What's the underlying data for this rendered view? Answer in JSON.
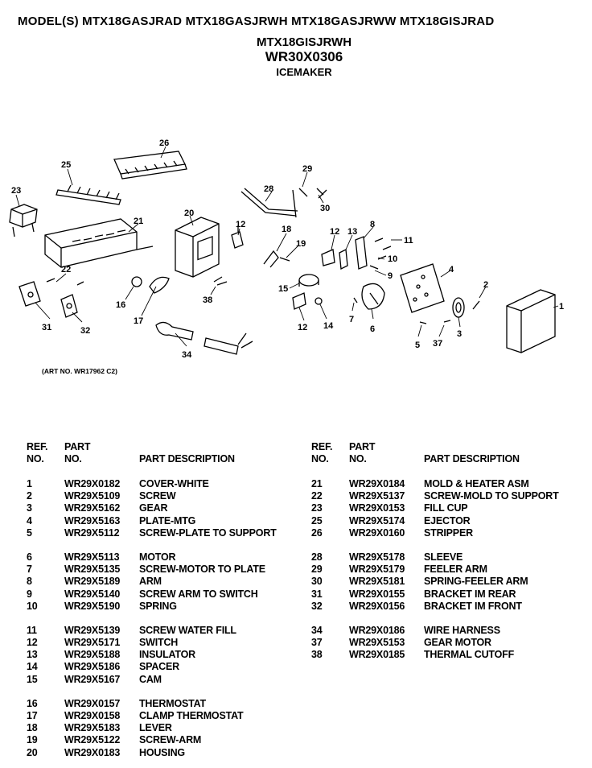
{
  "header": {
    "models_line1": "MODEL(S) MTX18GASJRAD  MTX18GASJRWH  MTX18GASJRWW  MTX18GISJRAD",
    "models_line2": "MTX18GISJRWH",
    "part_number": "WR30X0306",
    "subtitle": "ICEMAKER"
  },
  "diagram": {
    "art_number": "(ART NO. WR17962 C2)",
    "callouts": [
      "1",
      "2",
      "3",
      "4",
      "5",
      "6",
      "7",
      "8",
      "9",
      "10",
      "11",
      "12",
      "12",
      "13",
      "14",
      "15",
      "16",
      "17",
      "18",
      "19",
      "20",
      "21",
      "22",
      "23",
      "25",
      "26",
      "28",
      "29",
      "30",
      "31",
      "32",
      "34",
      "37",
      "38"
    ]
  },
  "table": {
    "headers": {
      "ref_line1": "REF.",
      "ref_line2": "NO.",
      "part_line1": "PART",
      "part_line2": "NO.",
      "description": "PART DESCRIPTION"
    },
    "left_groups": [
      [
        {
          "ref": "1",
          "part": "WR29X0182",
          "desc": "COVER-WHITE"
        },
        {
          "ref": "2",
          "part": "WR29X5109",
          "desc": "SCREW"
        },
        {
          "ref": "3",
          "part": "WR29X5162",
          "desc": "GEAR"
        },
        {
          "ref": "4",
          "part": "WR29X5163",
          "desc": "PLATE-MTG"
        },
        {
          "ref": "5",
          "part": "WR29X5112",
          "desc": "SCREW-PLATE TO SUPPORT"
        }
      ],
      [
        {
          "ref": "6",
          "part": "WR29X5113",
          "desc": "MOTOR"
        },
        {
          "ref": "7",
          "part": "WR29X5135",
          "desc": "SCREW-MOTOR TO PLATE"
        },
        {
          "ref": "8",
          "part": "WR29X5189",
          "desc": "ARM"
        },
        {
          "ref": "9",
          "part": "WR29X5140",
          "desc": "SCREW ARM TO SWITCH"
        },
        {
          "ref": "10",
          "part": "WR29X5190",
          "desc": "SPRING"
        }
      ],
      [
        {
          "ref": "11",
          "part": "WR29X5139",
          "desc": "SCREW WATER FILL"
        },
        {
          "ref": "12",
          "part": "WR29X5171",
          "desc": "SWITCH"
        },
        {
          "ref": "13",
          "part": "WR29X5188",
          "desc": "INSULATOR"
        },
        {
          "ref": "14",
          "part": "WR29X5186",
          "desc": "SPACER"
        },
        {
          "ref": "15",
          "part": "WR29X5167",
          "desc": "CAM"
        }
      ],
      [
        {
          "ref": "16",
          "part": "WR29X0157",
          "desc": "THERMOSTAT"
        },
        {
          "ref": "17",
          "part": "WR29X0158",
          "desc": "CLAMP THERMOSTAT"
        },
        {
          "ref": "18",
          "part": "WR29X5183",
          "desc": "LEVER"
        },
        {
          "ref": "19",
          "part": "WR29X5122",
          "desc": "SCREW-ARM"
        },
        {
          "ref": "20",
          "part": "WR29X0183",
          "desc": "HOUSING"
        }
      ]
    ],
    "right_groups": [
      [
        {
          "ref": "21",
          "part": "WR29X0184",
          "desc": "MOLD & HEATER ASM"
        },
        {
          "ref": "22",
          "part": "WR29X5137",
          "desc": "SCREW-MOLD TO SUPPORT"
        },
        {
          "ref": "23",
          "part": "WR29X0153",
          "desc": "FILL CUP"
        },
        {
          "ref": "25",
          "part": "WR29X5174",
          "desc": "EJECTOR"
        },
        {
          "ref": "26",
          "part": "WR29X0160",
          "desc": "STRIPPER"
        }
      ],
      [
        {
          "ref": "28",
          "part": "WR29X5178",
          "desc": "SLEEVE"
        },
        {
          "ref": "29",
          "part": "WR29X5179",
          "desc": "FEELER ARM"
        },
        {
          "ref": "30",
          "part": "WR29X5181",
          "desc": "SPRING-FEELER ARM"
        },
        {
          "ref": "31",
          "part": "WR29X0155",
          "desc": "BRACKET IM REAR"
        },
        {
          "ref": "32",
          "part": "WR29X0156",
          "desc": "BRACKET IM FRONT"
        }
      ],
      [
        {
          "ref": "34",
          "part": "WR29X0186",
          "desc": "WIRE HARNESS"
        },
        {
          "ref": "37",
          "part": "WR29X5153",
          "desc": "GEAR MOTOR"
        },
        {
          "ref": "38",
          "part": "WR29X0185",
          "desc": "THERMAL CUTOFF"
        }
      ]
    ]
  }
}
